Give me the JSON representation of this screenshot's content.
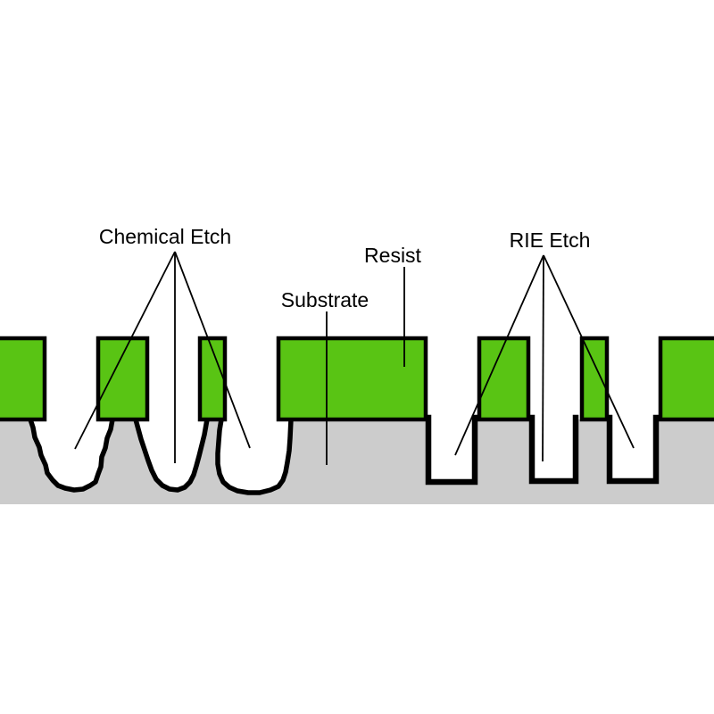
{
  "labels": {
    "chemical_etch": "Chemical Etch",
    "resist": "Resist",
    "substrate": "Substrate",
    "rie_etch": "RIE Etch"
  },
  "colors": {
    "resist_green": "#59c414",
    "substrate_gray": "#cccccc",
    "outline_black": "#000000",
    "background_white": "#ffffff"
  },
  "structure": {
    "resist_blocks": 7,
    "chemical_etch_cavities": 3,
    "rie_etch_trenches": 3
  }
}
